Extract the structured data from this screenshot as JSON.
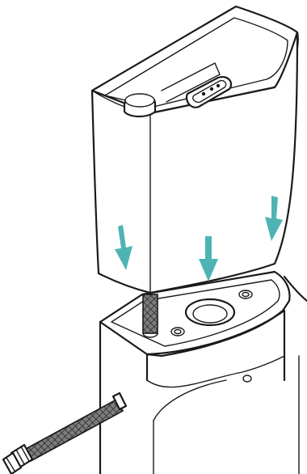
{
  "colors": {
    "line": "#1a1a1a",
    "background": "#ffffff",
    "arrow": "#4fb3b3",
    "hose_fill": "#8a8a8a",
    "hose_mesh": "#2a2a2a"
  },
  "figure": {
    "parts": [
      "toilet-tank",
      "flush-button",
      "fill-valve-cap",
      "toilet-bowl",
      "water-supply-hose"
    ],
    "arrows": {
      "count": 3,
      "direction": "down",
      "color": "#4fb3b3"
    }
  }
}
